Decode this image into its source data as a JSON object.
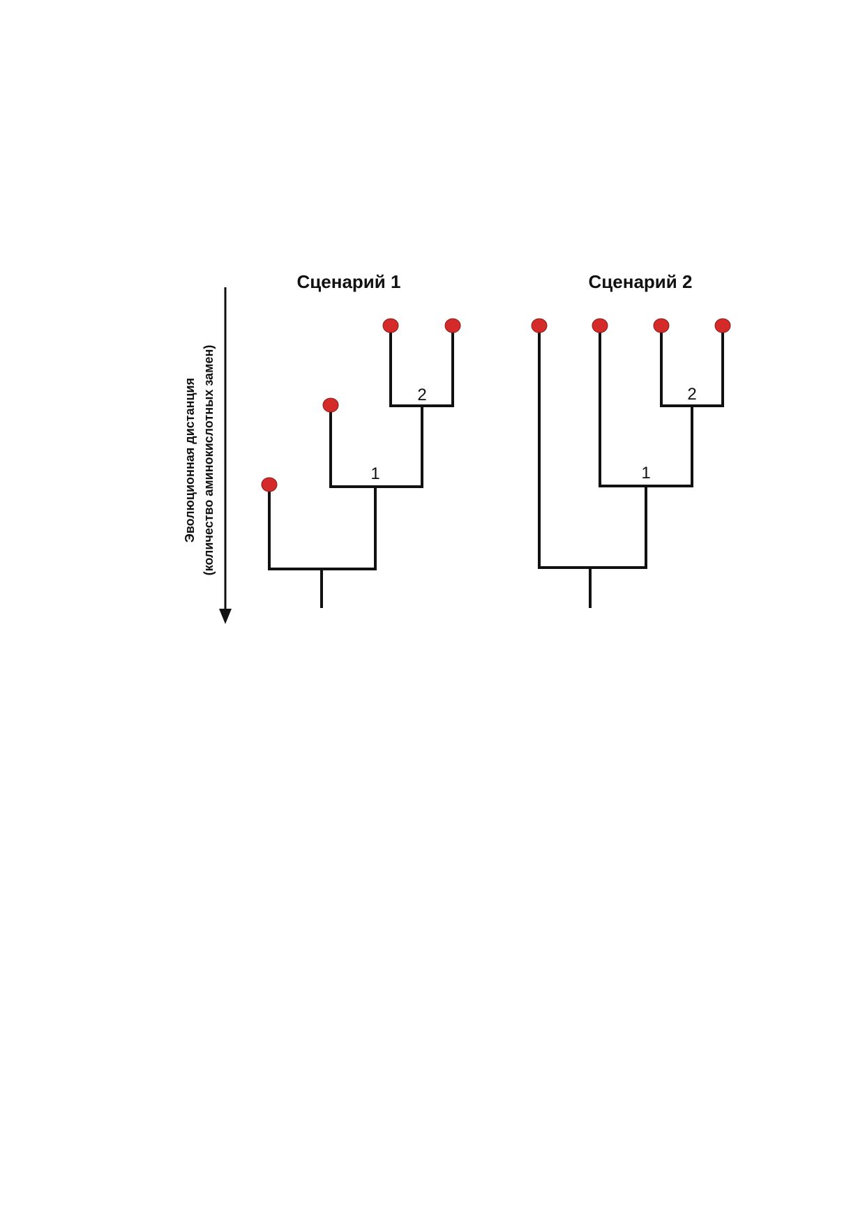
{
  "axis": {
    "label_line1": "Эволюционная дистанция",
    "label_line2": "(количество аминокислотных замен)"
  },
  "scenario1": {
    "title": "Сценарий 1",
    "node1_label": "1",
    "node2_label": "2"
  },
  "scenario2": {
    "title": "Сценарий 2",
    "node1_label": "1",
    "node2_label": "2"
  },
  "colors": {
    "tip": "#d42a2a",
    "line": "#111111"
  }
}
